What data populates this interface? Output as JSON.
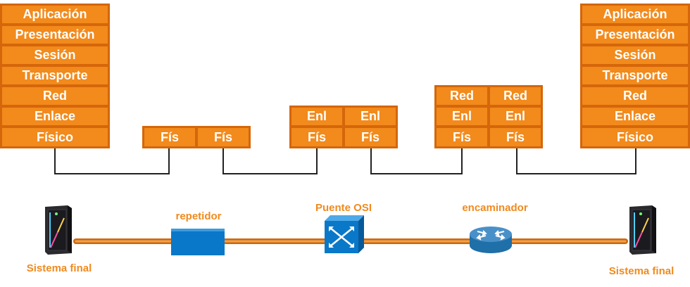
{
  "left_stack": {
    "layers": [
      "Aplicación",
      "Presentación",
      "Sesión",
      "Transporte",
      "Red",
      "Enlace",
      "Físico"
    ]
  },
  "right_stack": {
    "layers": [
      "Aplicación",
      "Presentación",
      "Sesión",
      "Transporte",
      "Red",
      "Enlace",
      "Físico"
    ]
  },
  "repeater_stack": {
    "left_layers": [
      "Fís"
    ],
    "right_layers": [
      "Fís"
    ]
  },
  "bridge_stack": {
    "left_layers": [
      "Enl",
      "Fís"
    ],
    "right_layers": [
      "Enl",
      "Fís"
    ]
  },
  "router_stack": {
    "left_layers": [
      "Red",
      "Enl",
      "Fís"
    ],
    "right_layers": [
      "Red",
      "Enl",
      "Fís"
    ]
  },
  "devices": {
    "left_end_label": "Sistema final",
    "repeater_label": "repetidor",
    "bridge_label": "Puente OSI",
    "router_label": "encaminador",
    "right_end_label": "Sistema final"
  },
  "colors": {
    "layer_fill": "#f28a1c",
    "layer_border": "#d5660a",
    "label_text": "#f08a1e",
    "cable": "#e8841d",
    "device_blue": "#0a78c8",
    "wire": "#222222"
  }
}
